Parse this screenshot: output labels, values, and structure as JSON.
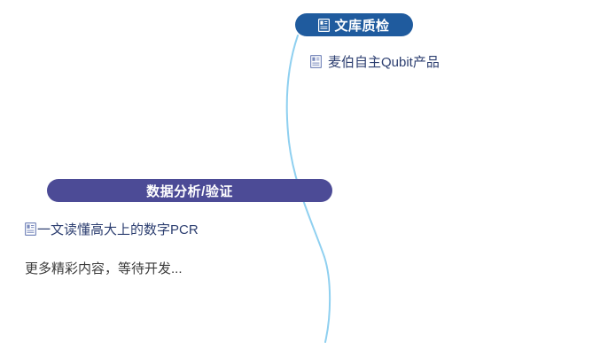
{
  "colors": {
    "badge_blue": "#1f5b9e",
    "badge_purple": "#4c4b96",
    "connector_line": "#8fd0f0",
    "item_text": "#2c3e70",
    "note_text": "#3b3b3b",
    "badge_text": "#ffffff",
    "background": "#ffffff"
  },
  "branches": [
    {
      "id": "library-qc",
      "badge": {
        "label": "文库质检",
        "icon": "document-icon"
      },
      "items": [
        {
          "label": "麦伯自主Qubit产品",
          "icon": "document-icon"
        }
      ]
    },
    {
      "id": "data-analysis",
      "badge": {
        "label": "数据分析/验证",
        "icon": null
      },
      "items": [
        {
          "label": "一文读懂高大上的数字PCR",
          "icon": "document-icon"
        }
      ],
      "note": "更多精彩内容，等待开发..."
    }
  ]
}
